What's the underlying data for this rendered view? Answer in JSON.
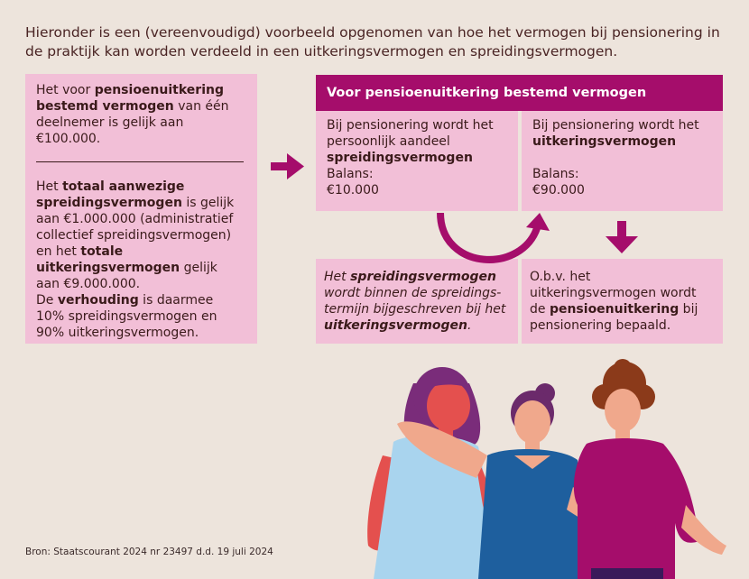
{
  "intro": {
    "line1": "Hieronder is een (vereenvoudigd) voorbeeld opgenomen van hoe het vermogen bij pensionering in",
    "line2": "de praktijk kan worden verdeeld in een uitkeringsvermogen en spreidingsvermogen."
  },
  "left_box": {
    "p1_a": "Het voor ",
    "p1_b": "pensioenuitkering bestemd vermogen",
    "p1_c": " van één deelnemer is gelijk aan €100.000.",
    "p2_a": "Het ",
    "p2_b": "totaal aanwezige spreidingsvermogen",
    "p2_c": " is gelijk aan €1.000.000 (administratief collectief spreidingsvermogen) en het ",
    "p2_d": "totale uitkeringsvermogen",
    "p2_e": " gelijk aan €9.000.000.",
    "p3_a": "De ",
    "p3_b": "verhouding",
    "p3_c": " is daarmee 10% spreidingsvermogen en 90% uitkeringsvermogen."
  },
  "header": {
    "title": "Voor pensioenuitkering bestemd vermogen"
  },
  "mid_left": {
    "text_a": "Bij pensionering wordt het persoonlijk aandeel ",
    "text_b": "spreidingsvermogen",
    "balance_label": "Balans:",
    "balance_value": "€10.000"
  },
  "mid_right": {
    "text_a": "Bij pensionering wordt het ",
    "text_b": "uitkeringsvermogen",
    "balance_label": "Balans:",
    "balance_value": "€90.000"
  },
  "bot_left": {
    "a": "Het ",
    "b": "spreidingsvermogen",
    "c": " wordt binnen de spreidings-termijn bijgeschreven bij het ",
    "d": "uitkeringsvermogen",
    "e": "."
  },
  "bot_right": {
    "a": "O.b.v. het uitkeringsvermogen wordt de ",
    "b": "pensioenuitkering",
    "c": " bij pensionering bepaald."
  },
  "source": "Bron: Staatscourant 2024 nr 23497 d.d. 19 juli 2024",
  "colors": {
    "background": "#ede4dc",
    "box_pink": "#f2bfd7",
    "accent_magenta": "#a50d6b",
    "text_dark": "#3a1a1a"
  },
  "icons": [
    "arrow-right-icon",
    "curved-arrow-icon",
    "arrow-down-icon",
    "three-women-illustration"
  ]
}
